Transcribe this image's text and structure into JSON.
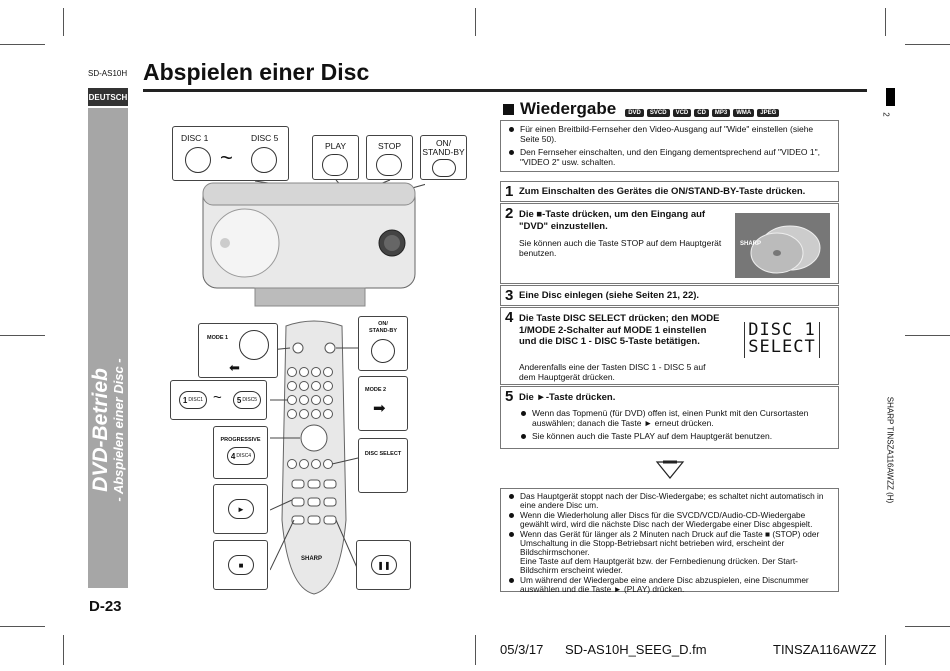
{
  "header": {
    "model_small": "SD-AS10H",
    "title": "Abspielen einer Disc",
    "language": "DEUTSCH"
  },
  "sidebar": {
    "main": "DVD-Betrieb",
    "sub": "- Abspielen einer Disc -"
  },
  "page_number": "D-23",
  "right_edge": {
    "tab_number": "2",
    "vertical_text": "SHARP TINSZA116AWZZ (H)"
  },
  "footer": {
    "date": "05/3/17",
    "filename": "SD-AS10H_SEEG_D.fm",
    "code": "TINSZA116AWZZ"
  },
  "illustration": {
    "disc1": "DISC 1",
    "disc5": "DISC 5",
    "tilde": "~",
    "play": "PLAY",
    "stop": "STOP",
    "onstandby": "ON/\nSTAND-BY",
    "mode1": "MODE 1",
    "mode2": "MODE 2",
    "remote_onstandby": "ON/\nSTAND-BY",
    "disc_select": "DISC SELECT",
    "progressive": "PROGRESSIVE",
    "remote_disc1_num": "1",
    "remote_disc1_txt": "DISC1",
    "remote_disc5_num": "5",
    "remote_disc5_txt": "DISC5",
    "remote_disc4_num": "4",
    "remote_disc4_txt": "DISC4",
    "sharp": "SHARP"
  },
  "section": {
    "title": "Wiedergabe",
    "formats": [
      "DVD",
      "SVCD",
      "VCD",
      "CD",
      "MP3",
      "WMA",
      "JPEG"
    ]
  },
  "intro_bullets": [
    "Für einen Breitbild-Fernseher den Video-Ausgang auf \"Wide\" einstellen (siehe Seite 50).",
    "Den Fernseher einschalten, und den Eingang dementsprechend auf \"VIDEO 1\", \"VIDEO 2\" usw. schalten."
  ],
  "steps": [
    {
      "num": "1",
      "title": "Zum Einschalten des Gerätes die ON/STAND-BY-Taste drücken."
    },
    {
      "num": "2",
      "title": "Die ■-Taste drücken, um den Eingang auf \"DVD\" einzustellen.",
      "body": "Sie können auch die Taste STOP auf dem Hauptgerät benutzen."
    },
    {
      "num": "3",
      "title": "Eine Disc einlegen (siehe Seiten 21, 22)."
    },
    {
      "num": "4",
      "title": "Die Taste DISC SELECT drücken; den MODE 1/MODE 2-Schalter auf MODE 1 einstellen und die DISC 1 - DISC 5-Taste betätigen.",
      "body": "Anderenfalls eine der Tasten DISC 1 - DISC 5 auf dem Hauptgerät drücken."
    },
    {
      "num": "5",
      "title": "Die ►-Taste drücken.",
      "bullets": [
        "Wenn das Topmenü (für DVD) offen ist, einen Punkt mit den Cursortasten auswählen; danach die Taste ► erneut drücken.",
        "Sie können auch die Taste PLAY auf dem Hauptgerät benutzen."
      ]
    }
  ],
  "lcd": {
    "line1": "DISC 1",
    "line2": "SELECT"
  },
  "notes": [
    "Das Hauptgerät stoppt nach der Disc-Wiedergabe; es schaltet nicht automatisch in eine andere Disc um.",
    "Wenn die Wiederholung aller Discs für die SVCD/VCD/Audio-CD-Wiedergabe gewählt wird, wird die nächste Disc nach der Wiedergabe einer Disc abgespielt.",
    "Wenn das Gerät für länger als 2 Minuten nach Druck auf die Taste ■ (STOP) oder Umschaltung in die Stopp-Betriebsart nicht betrieben wird, erscheint der Bildschirmschoner.\nEine Taste auf dem Hauptgerät bzw. der Fernbedienung drücken. Der Start-Bildschirm erscheint wieder.",
    "Um während der Wiedergabe eine andere Disc abzuspielen, eine Discnummer auswählen und die Taste ► (PLAY) drücken."
  ],
  "colors": {
    "sidebar": "#a6a6a6",
    "rule": "#222222"
  }
}
